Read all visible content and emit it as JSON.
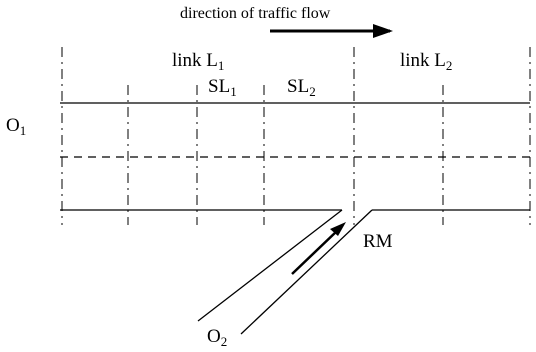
{
  "diagram": {
    "flow_label": "direction of traffic flow",
    "links": [
      {
        "name": "link L",
        "subscript": "1"
      },
      {
        "name": "link L",
        "subscript": "2"
      }
    ],
    "sublinks": [
      {
        "name": "SL",
        "subscript": "1"
      },
      {
        "name": "SL",
        "subscript": "2"
      }
    ],
    "origins": [
      {
        "name": "O",
        "subscript": "1"
      },
      {
        "name": "O",
        "subscript": "2"
      }
    ],
    "ramp_metering_label": "RM"
  }
}
